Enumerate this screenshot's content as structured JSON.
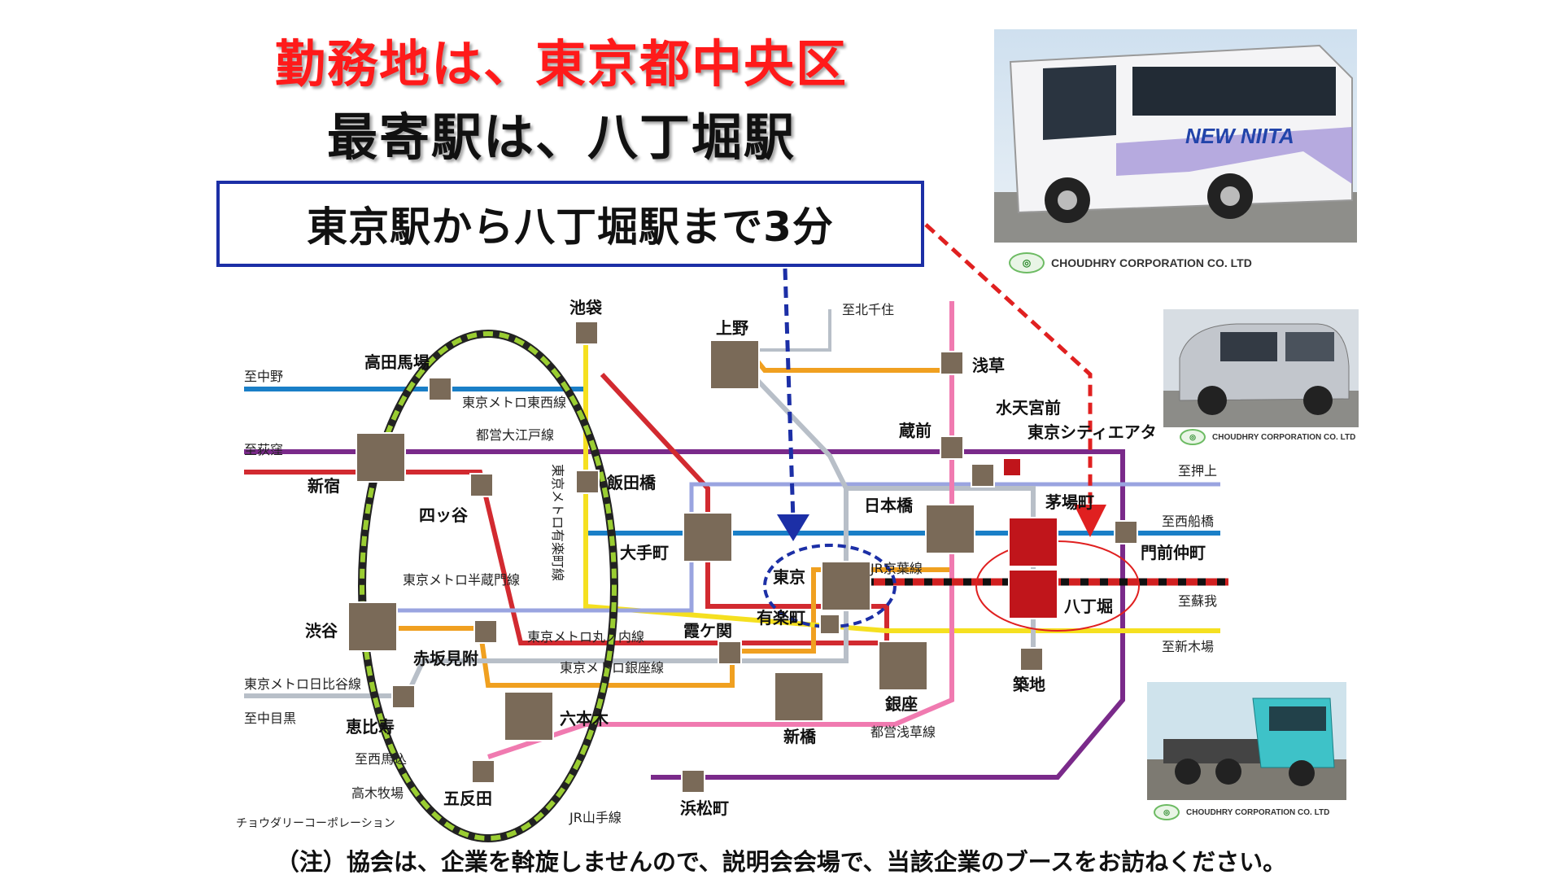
{
  "headline": {
    "line1": "勤務地は、東京都中央区",
    "line2": "最寄駅は、八丁堀駅"
  },
  "callout": "東京駅から八丁堀駅まで3分",
  "company_logo_text": "CHOUDHRY CORPORATION CO. LTD",
  "bus_livery_text": "NEW NIITA",
  "map": {
    "stations": {
      "ikebukuro": "池袋",
      "ueno": "上野",
      "takadanobaba": "高田馬場",
      "shinjuku": "新宿",
      "yotsuya": "四ッ谷",
      "iidabashi": "飯田橋",
      "otemachi": "大手町",
      "tokyo": "東京",
      "yurakucho": "有楽町",
      "kasumigaseki": "霞ケ関",
      "shibuya": "渋谷",
      "akasakamitsuke": "赤坂見附",
      "ebisu": "恵比寿",
      "roppongi": "六本木",
      "shinbashi": "新橋",
      "ginza": "銀座",
      "gotanda": "五反田",
      "hamamatsucho": "浜松町",
      "asakusa": "浅草",
      "kuramae": "蔵前",
      "suitengumae": "水天宮前",
      "tcat": "東京シティエアタ",
      "nihonbashi": "日本橋",
      "kayabacho": "茅場町",
      "monzennakacho": "門前仲町",
      "hatchobori": "八丁堀",
      "tsukiji": "築地",
      "takagibokujo": "高木牧場"
    },
    "lines": {
      "tozai": "東京メトロ東西線",
      "oedo": "都営大江戸線",
      "yurakucho": "東京メトロ有楽町線",
      "hanzomon": "東京メトロ半蔵門線",
      "marunouchi": "東京メトロ丸ノ内線",
      "ginza": "東京メトロ銀座線",
      "hibiya": "東京メトロ日比谷線",
      "asakusa": "都営浅草線",
      "keiyo": "JR京葉線",
      "yamanote": "JR山手線"
    },
    "directions": {
      "kitasenju": "至北千住",
      "nakano": "至中野",
      "ogikubo": "至荻窪",
      "oshiage": "至押上",
      "nishifunabashi": "至西船橋",
      "soga": "至蘇我",
      "shinkiba": "至新木場",
      "nakameguro": "至中目黒",
      "nishimagome": "至西馬込"
    },
    "credit": "チョウダリーコーポレーション"
  },
  "footnote": "（注）協会は、企業を斡旋しませんので、説明会会場で、当該企業のブースをお訪ねください。",
  "colors": {
    "headline_red": "#ff1a1a",
    "callout_border": "#1c2fa6",
    "tozai": "#1a7fc7",
    "oedo": "#7a2a8a",
    "marunouchi": "#d22a30",
    "ginza": "#f0a020",
    "yurakucho": "#f5e020",
    "hibiya": "#b8bfc8",
    "hanzomon": "#9aa4e0",
    "asakusa": "#f07ab0",
    "keiyo": "#d12020",
    "yamanote_dash": "#9acd32"
  }
}
